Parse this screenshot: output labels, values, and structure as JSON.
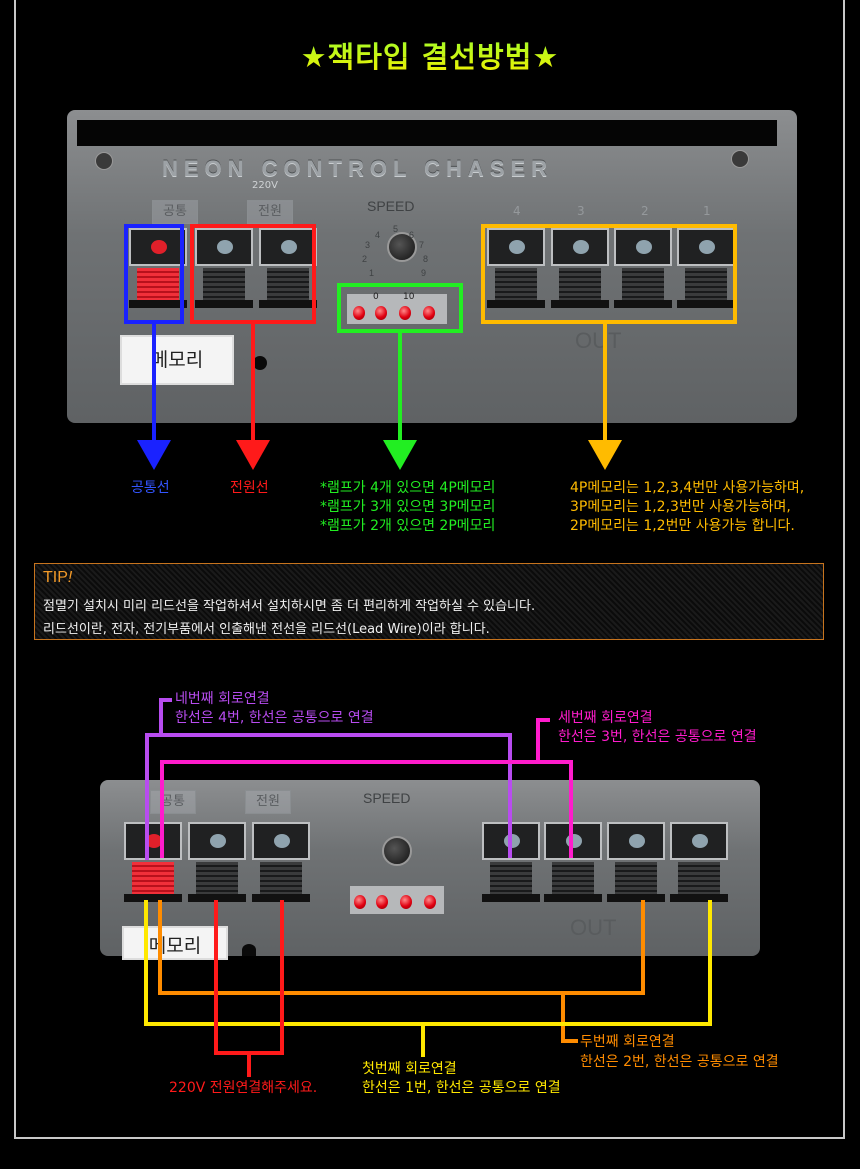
{
  "title": "★잭타입 결선방법★",
  "device": {
    "brand_text": "NEON CONTROL CHASER",
    "common_label": "공통",
    "power_label": "전원",
    "voltage_label": "220V",
    "speed_label": "SPEED",
    "dial_numbers": [
      "1",
      "2",
      "3",
      "4",
      "5",
      "6",
      "7",
      "8",
      "9"
    ],
    "led_scale": [
      "0",
      "10"
    ],
    "out_numbers": [
      "4",
      "3",
      "2",
      "1"
    ],
    "out_label": "OUT",
    "memory_label": "메모리"
  },
  "callouts": {
    "common": {
      "label": "공통선",
      "color": "#2233ff"
    },
    "power": {
      "label": "전원선",
      "color": "#ff1a1a"
    },
    "lamps": {
      "color": "#22ee22",
      "lines": [
        "*램프가 4개 있으면 4P메모리",
        "*램프가 3개 있으면 3P메모리",
        "*램프가 2개 있으면 2P메모리"
      ]
    },
    "outputs": {
      "color": "#ffbb00",
      "lines": [
        "4P메모리는 1,2,3,4번만 사용가능하며,",
        "3P메모리는 1,2,3번만 사용가능하며,",
        "2P메모리는 1,2번만 사용가능 합니다."
      ]
    }
  },
  "tip": {
    "heading": "TIP",
    "heading_mark": "!",
    "lines": [
      "점멸기 설치시 미리 리드선을 작업하셔서 설치하시면 좀 더 편리하게 작업하실 수 있습니다.",
      "리드선이란, 전자, 전기부품에서 인출해낸 전선을 리드선(Lead Wire)이라 합니다."
    ],
    "border_color": "#c7741e"
  },
  "circuits": [
    {
      "id": "fourth",
      "title": "네번째 회로연결",
      "desc": "한선은 4번, 한선은 공통으로 연결",
      "color": "#b84cf0"
    },
    {
      "id": "third",
      "title": "세번째 회로연결",
      "desc": "한선은 3번, 한선은 공통으로 연결",
      "color": "#ff1ccc"
    },
    {
      "id": "second",
      "title": "두번째 회로연결",
      "desc": "한선은 2번, 한선은 공통으로 연결",
      "color": "#ff8c00"
    },
    {
      "id": "first",
      "title": "첫번째 회로연결",
      "desc": "한선은 1번, 한선은 공통으로 연결",
      "color": "#ffe800"
    }
  ],
  "power_note": {
    "text": "220V 전원연결해주세요.",
    "color": "#ff1a1a"
  }
}
